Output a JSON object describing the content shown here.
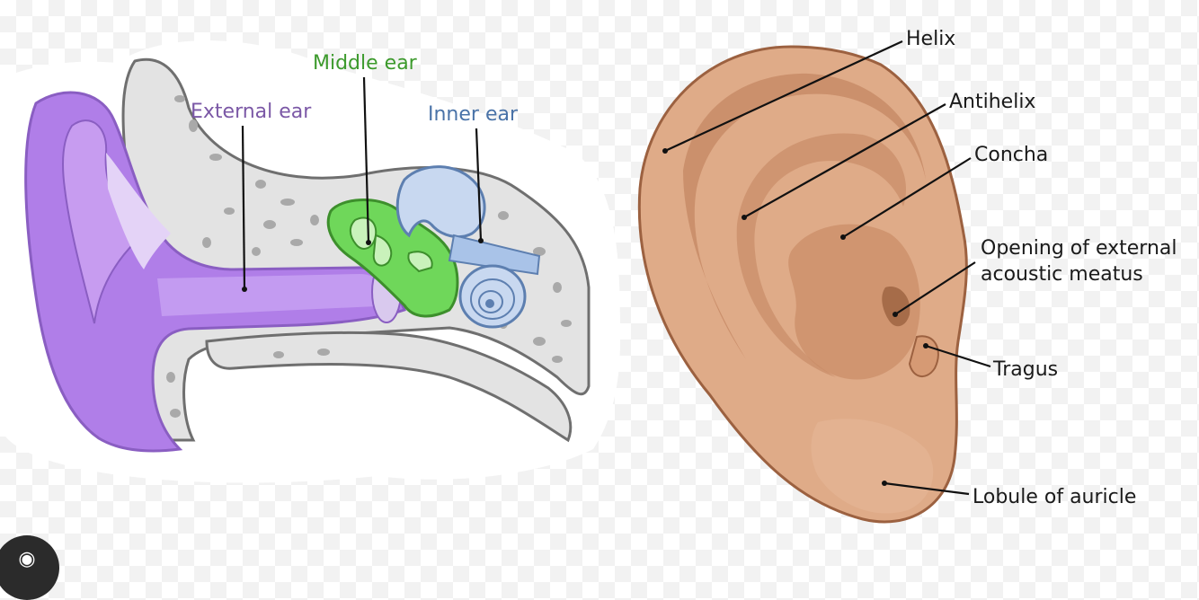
{
  "diagram": {
    "cross_section": {
      "labels": {
        "external_ear": "External ear",
        "middle_ear": "Middle ear",
        "inner_ear": "Inner ear"
      },
      "colors": {
        "external_ear": "#b07ee8",
        "middle_ear": "#6fd75a",
        "inner_ear": "#c8d8f0",
        "bone": "#e3e3e3"
      }
    },
    "auricle": {
      "labels": {
        "helix": "Helix",
        "antihelix": "Antihelix",
        "concha": "Concha",
        "opening_line1": "Opening of external",
        "opening_line2": "acoustic meatus",
        "tragus": "Tragus",
        "lobule": "Lobule of auricle"
      },
      "colors": {
        "skin": "#dfab88",
        "skin_shadow": "#c48763",
        "outline": "#9c6140"
      }
    }
  },
  "ui": {
    "lens_icon": "camera-icon"
  }
}
